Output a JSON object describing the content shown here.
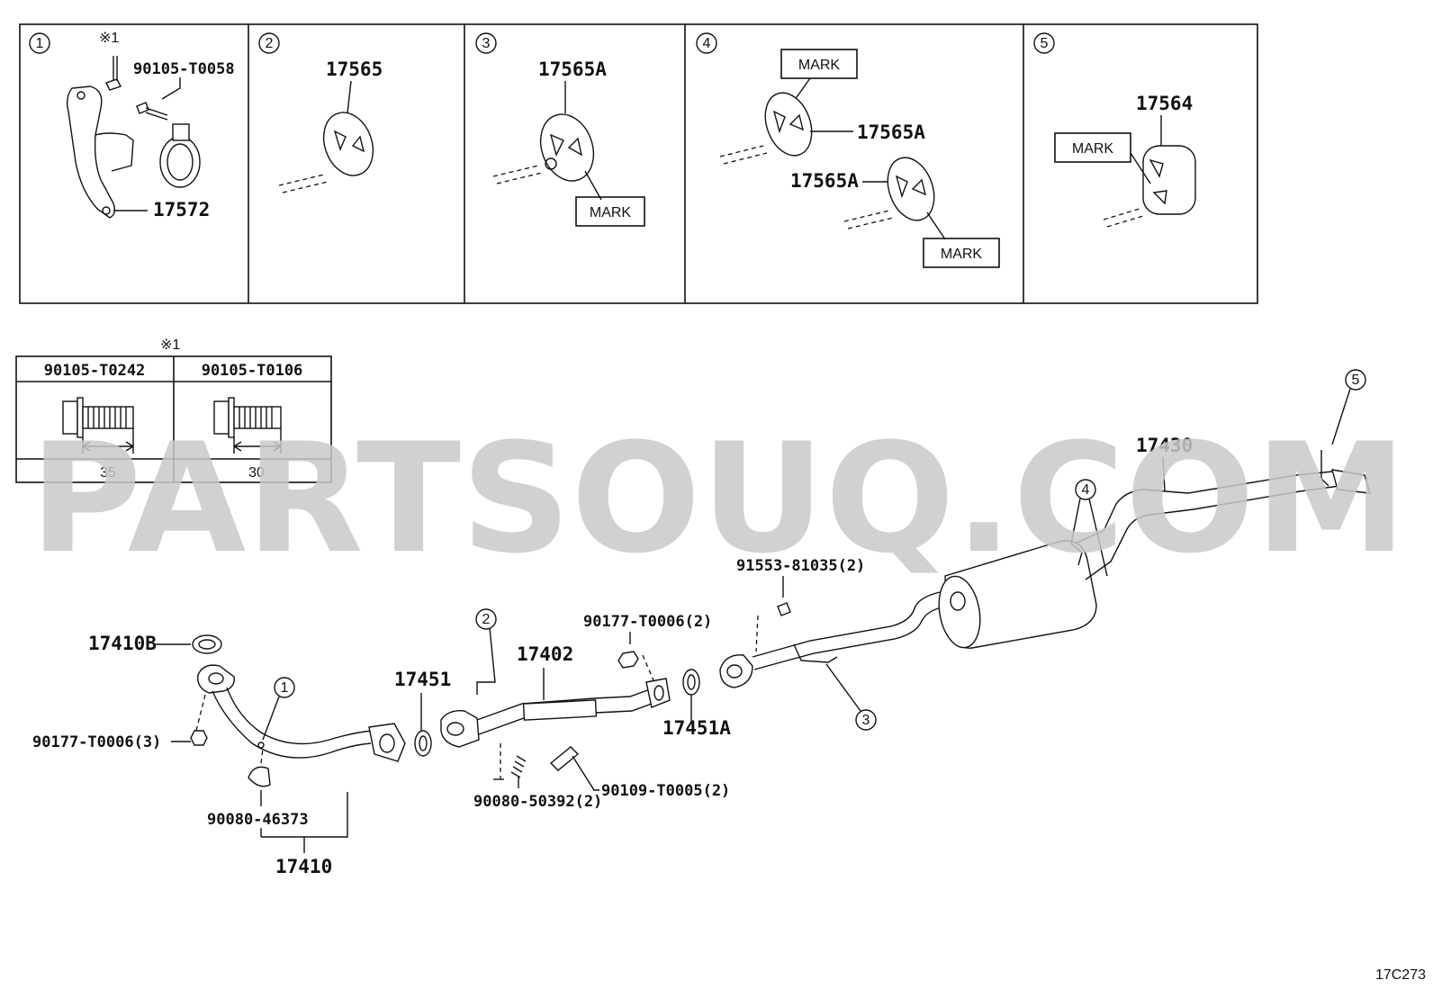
{
  "watermark": "PARTSOUQ.COM",
  "diagram_code": "17C273",
  "note_mark": "※1",
  "detail_panels": [
    {
      "number": "1",
      "parts": [
        "90105-T0058",
        "17572"
      ]
    },
    {
      "number": "2",
      "parts": [
        "17565"
      ]
    },
    {
      "number": "3",
      "parts": [
        "17565A"
      ],
      "mark": "MARK"
    },
    {
      "number": "4",
      "parts": [
        "17565A",
        "17565A"
      ],
      "marks": [
        "MARK",
        "MARK"
      ]
    },
    {
      "number": "5",
      "parts": [
        "17564"
      ],
      "mark": "MARK"
    }
  ],
  "bolt_table": {
    "note": "※1",
    "columns": [
      {
        "part": "90105-T0242",
        "length": "35"
      },
      {
        "part": "90105-T0106",
        "length": "30"
      }
    ]
  },
  "callouts": {
    "p17410B": "17410B",
    "p90177_3": "90177-T0006(3)",
    "p90080_46373": "90080-46373",
    "p17410": "17410",
    "p17451": "17451",
    "p17402": "17402",
    "p90177_2": "90177-T0006(2)",
    "p17451A": "17451A",
    "p90080_50392": "90080-50392(2)",
    "p90109": "90109-T0005(2)",
    "p91553": "91553-81035(2)",
    "p17430": "17430"
  },
  "circle_refs": [
    "1",
    "2",
    "3",
    "4",
    "5"
  ]
}
